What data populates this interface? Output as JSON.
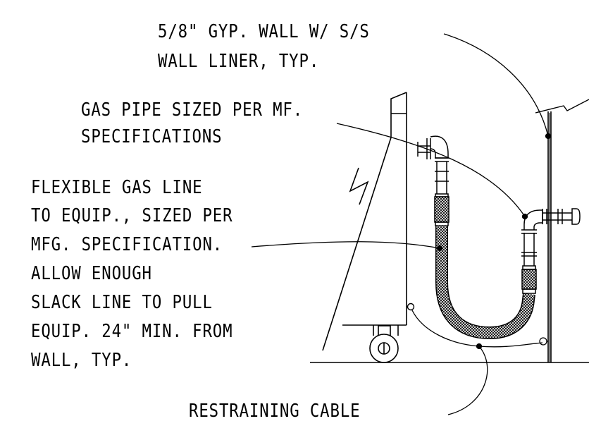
{
  "diagram": {
    "callouts": {
      "wall": [
        "5/8\" GYP. WALL W/ S/S",
        "WALL LINER, TYP."
      ],
      "gas_pipe": [
        "GAS PIPE SIZED PER MF.",
        "SPECIFICATIONS"
      ],
      "flex_line": [
        "FLEXIBLE GAS LINE",
        "TO EQUIP., SIZED PER",
        "MFG. SPECIFICATION.",
        "ALLOW ENOUGH",
        "SLACK LINE TO PULL",
        "EQUIP. 24\" MIN. FROM",
        "WALL, TYP."
      ],
      "cable": [
        "RESTRAINING CABLE"
      ]
    },
    "colors": {
      "line": "#000000",
      "background": "#ffffff",
      "hatch": "#000000"
    }
  }
}
